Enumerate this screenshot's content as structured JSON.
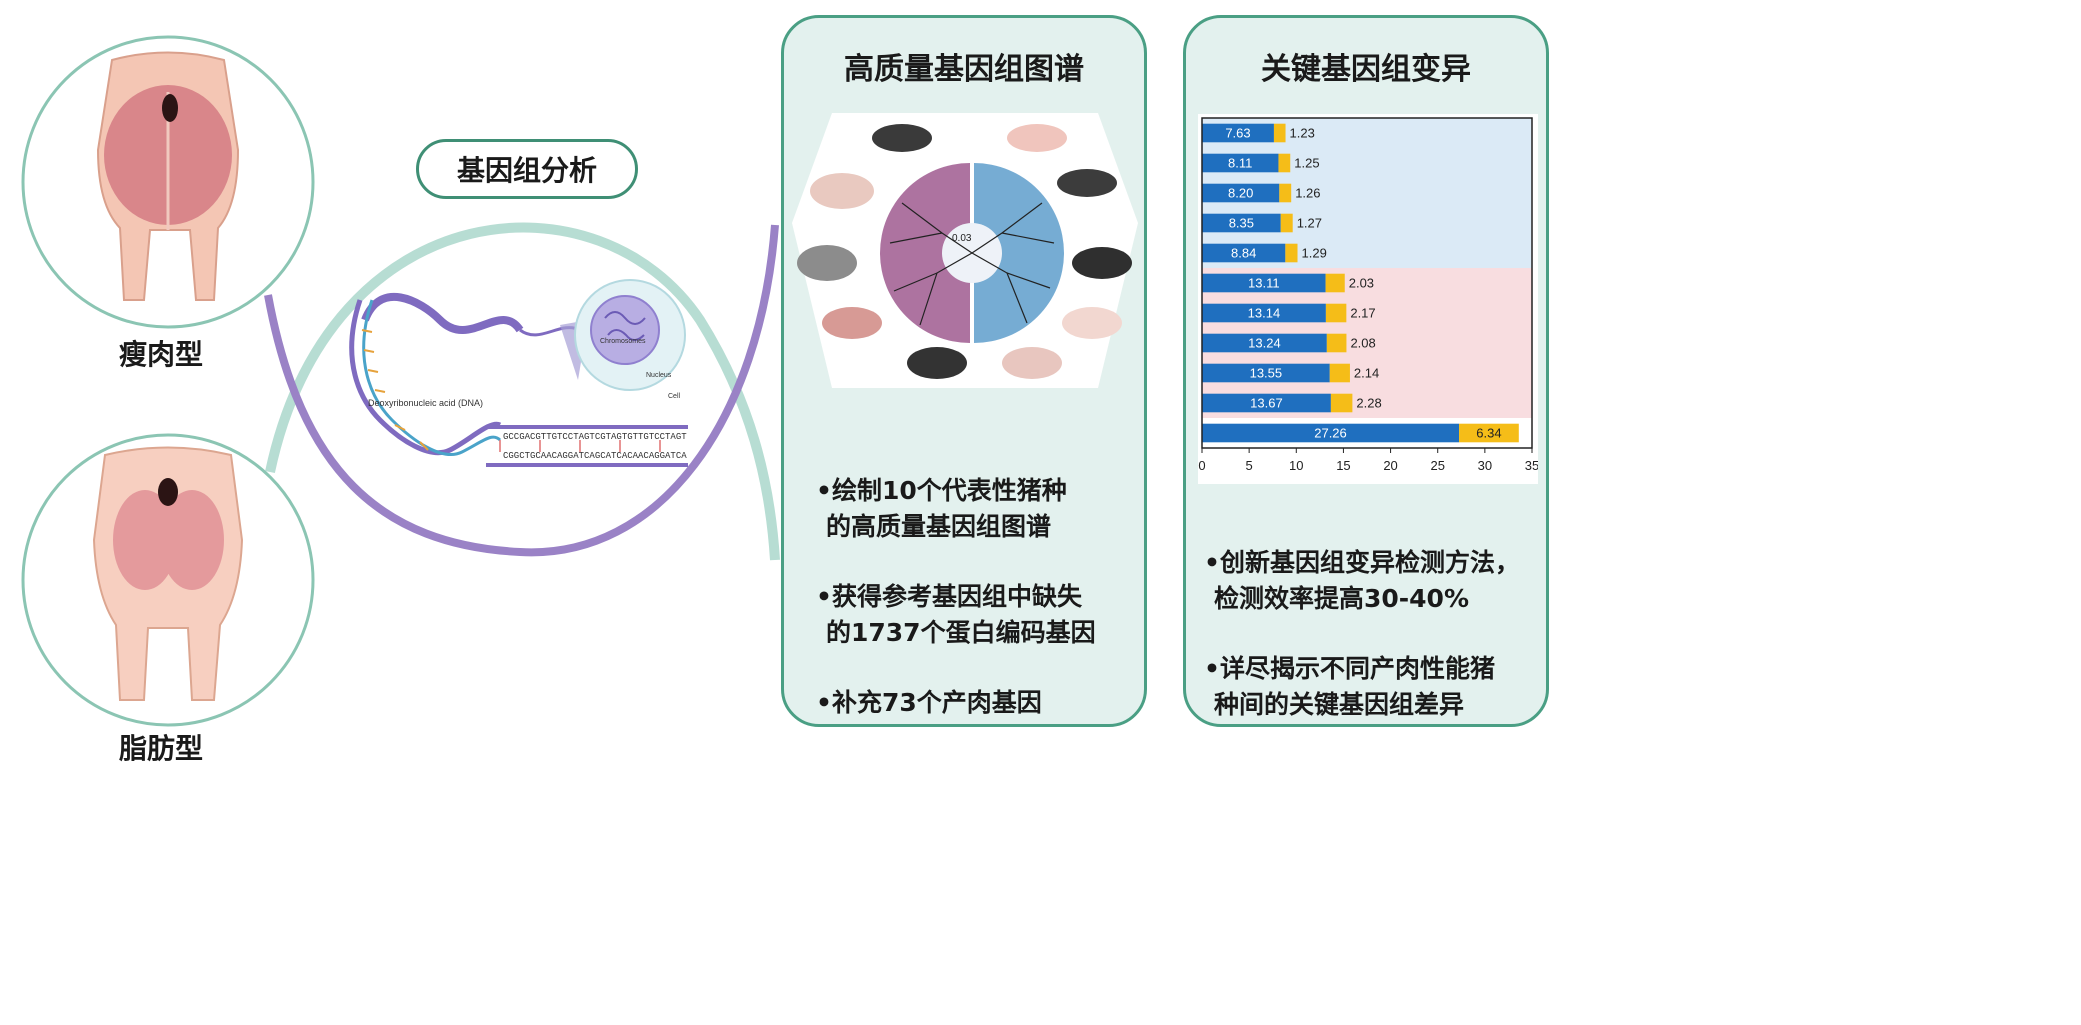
{
  "labels": {
    "lean": "瘦肉型",
    "fat": "脂肪型",
    "analysis": "基因组分析"
  },
  "dna": {
    "title": "Deoxyribonucleic acid (DNA)",
    "chromosomes": "Chromosomes",
    "nucleus": "Nucleus",
    "cell": "Cell",
    "seq_top": "GCCGACGTTGTCCTAGTCGTAGTGTTGTCCTAGT",
    "seq_bottom": "CGGCTGCAACAGGATCAGCATCACAACAGGATCA"
  },
  "tree": {
    "scale": "0.03"
  },
  "panel_left": {
    "title": "高质量基因组图谱",
    "bullets": [
      {
        "line1": "•绘制10个代表性猪种",
        "line2": "的高质量基因组图谱"
      },
      {
        "line1": "•获得参考基因组中缺失",
        "line2": "的1737个蛋白编码基因"
      },
      {
        "line1": "•补充73个产肉基因",
        "line2": ""
      }
    ]
  },
  "panel_right": {
    "title": "关键基因组变异",
    "bullets": [
      {
        "line1": "•创新基因组变异检测方法，",
        "line2": "检测效率提高30-40%"
      },
      {
        "line1": "•详尽揭示不同产肉性能猪",
        "line2": "种间的关键基因组差异"
      }
    ]
  },
  "chart_data": {
    "type": "bar",
    "orientation": "horizontal",
    "stacked": true,
    "xlim": [
      0,
      35
    ],
    "xticks": [
      0,
      5,
      10,
      15,
      20,
      25,
      30,
      35
    ],
    "series": [
      {
        "values": [
          7.63,
          8.11,
          8.2,
          8.35,
          8.84,
          13.11,
          13.14,
          13.24,
          13.55,
          13.67,
          27.26
        ],
        "color": "#1f6fbf"
      },
      {
        "values": [
          1.23,
          1.25,
          1.26,
          1.27,
          1.29,
          2.03,
          2.17,
          2.08,
          2.14,
          2.28,
          6.34
        ],
        "color": "#f5bd18"
      }
    ],
    "group_backgrounds": [
      {
        "rows": [
          0,
          4
        ],
        "color": "#dbeaf6"
      },
      {
        "rows": [
          5,
          9
        ],
        "color": "#f8dde0"
      }
    ]
  }
}
